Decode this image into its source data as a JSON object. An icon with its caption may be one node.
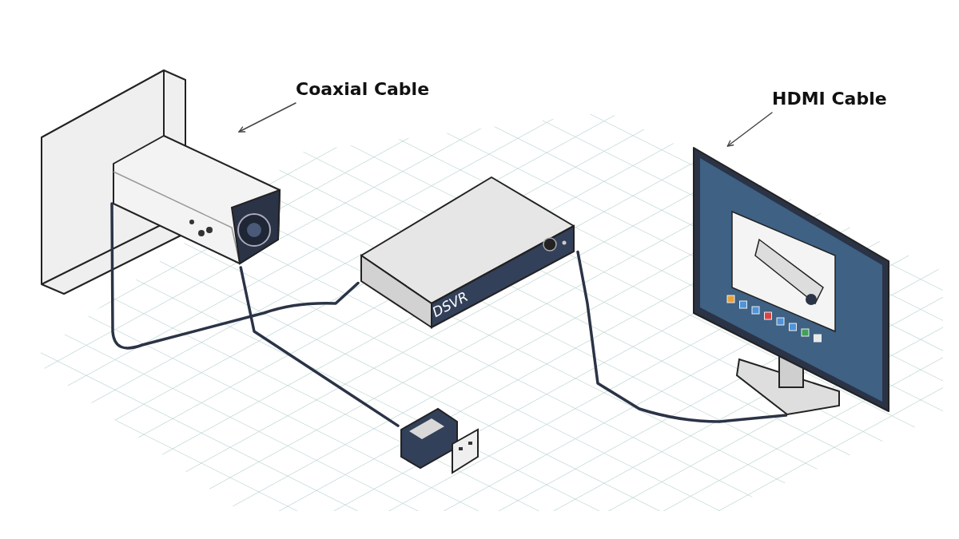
{
  "diagram": {
    "nodes": [
      {
        "text": [
          "Coaxial Cable"
        ]
      },
      {
        "text": [],
        "shape": "picture"
      },
      {
        "text": [
          "HDMI Cable"
        ]
      },
      {
        "text": [],
        "shape": "picture"
      },
      {
        "text": [
          "DSVR"
        ]
      },
      {
        "text": [],
        "shape": "picture"
      }
    ],
    "edges": [
      {
        "from": 0,
        "to": 1,
        "arrow": "to"
      },
      {
        "from": 2,
        "to": 3,
        "arrow": "to"
      },
      {
        "from": 1,
        "to": 4,
        "arrow": "none"
      },
      {
        "from": 4,
        "to": 3,
        "arrow": "none"
      },
      {
        "from": 1,
        "to": 5,
        "arrow": "none"
      }
    ]
  }
}
